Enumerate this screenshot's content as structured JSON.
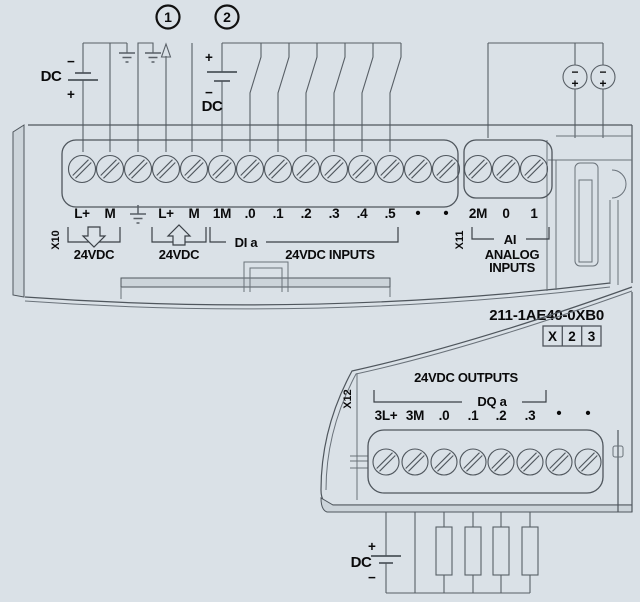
{
  "colors": {
    "background": "#dae1e7",
    "line": "#545b62",
    "text": "#0a0a0b"
  },
  "callouts": {
    "one": "1",
    "two": "2"
  },
  "part_number": "211-1AE40-0XB0",
  "rating_box": {
    "cell1": "X",
    "cell2": "2",
    "cell3": "3"
  },
  "connectors": {
    "x10": "X10",
    "x11": "X11",
    "x12": "X12"
  },
  "power": {
    "system": {
      "label": "DC",
      "minus": "−",
      "plus": "+"
    },
    "inputs": {
      "label": "DC",
      "plus": "+",
      "minus": "−"
    },
    "outputs": {
      "label": "DC",
      "plus": "+",
      "minus": "−"
    }
  },
  "analog_sources": {
    "s1_minus": "−",
    "s1_plus": "+",
    "s2_minus": "−",
    "s2_plus": "+"
  },
  "top_terminals": {
    "lplus1": "L+",
    "m1": "M",
    "lplus2": "L+",
    "m2": "M",
    "one_m": "1M",
    "di0": ".0",
    "di1": ".1",
    "di2": ".2",
    "di3": ".3",
    "di4": ".4",
    "di5": ".5",
    "dot1": "•",
    "dot2": "•"
  },
  "analog_terminals": {
    "two_m": "2M",
    "ai0": "0",
    "ai1": "1"
  },
  "output_terminals": {
    "l3plus": "3L+",
    "m3": "3M",
    "dq0": ".0",
    "dq1": ".1",
    "dq2": ".2",
    "dq3": ".3",
    "dot1": "•",
    "dot2": "•"
  },
  "captions": {
    "supply_24vdc": "24VDC",
    "sensor_24vdc": "24VDC",
    "di_group": "DI a",
    "di_caption": "24VDC INPUTS",
    "ai_group": "AI",
    "ai_caption_line1": "ANALOG",
    "ai_caption_line2": "INPUTS",
    "dq_caption": "24VDC OUTPUTS",
    "dq_group": "DQ a"
  }
}
